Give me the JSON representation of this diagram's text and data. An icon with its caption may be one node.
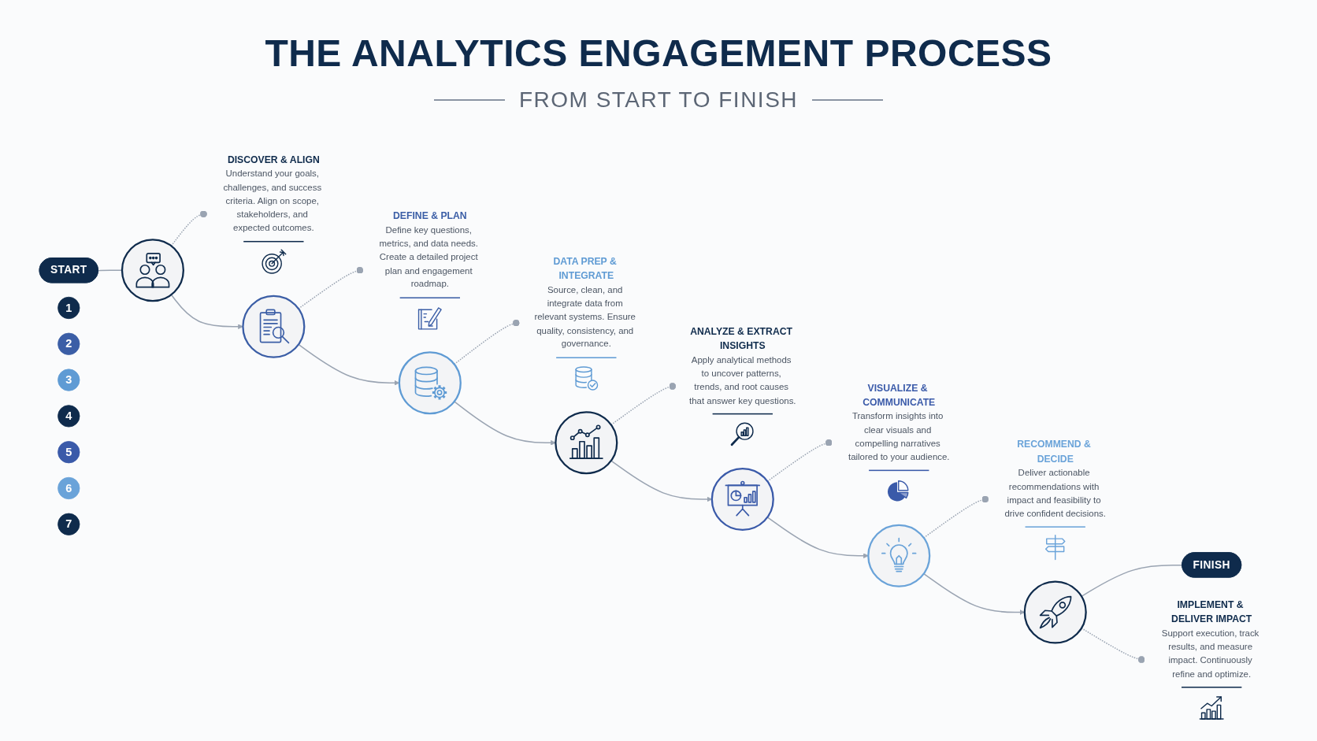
{
  "diagram": {
    "title": "THE ANALYTICS ENGAGEMENT PROCESS",
    "nodes": [
      {
        "text": [
          "START"
        ]
      },
      {
        "text": [
          "1"
        ]
      },
      {
        "text": [],
        "shape": "circle"
      },
      {
        "text": [
          "DISCOVER & ALIGN",
          "Understand your goals, challenges, and success criteria. Align on scope, stakeholders, and expected outcomes."
        ]
      },
      {
        "text": [
          "2"
        ]
      },
      {
        "text": [],
        "shape": "circle"
      },
      {
        "text": [
          "DEFINE & PLAN",
          "Define key questions, metrics, and data needs. Create a detailed project plan and engagement roadmap."
        ]
      },
      {
        "text": [
          "3"
        ]
      },
      {
        "text": [],
        "shape": "circle"
      },
      {
        "text": [
          "DATA PREP & INTEGRATE",
          "Source, clean, and integrate data from relevant systems. Ensure quality, consistency, and governance."
        ]
      },
      {
        "text": [
          "4"
        ]
      },
      {
        "text": [],
        "shape": "circle"
      },
      {
        "text": [
          "ANALYZE & EXTRACT INSIGHTS",
          "Apply analytical methods to uncover patterns, trends, and root causes that answer key questions."
        ]
      },
      {
        "text": [
          "5"
        ]
      },
      {
        "text": [],
        "shape": "circle"
      },
      {
        "text": [
          "VISUALIZE & COMMUNICATE",
          "Transform insights into clear visuals and compelling narratives tailored to your audience."
        ]
      },
      {
        "text": [
          "6"
        ]
      },
      {
        "text": [],
        "shape": "circle"
      },
      {
        "text": [
          "RECOMMEND & DECIDE",
          "Deliver actionable recommendations with impact and feasibility to drive confident decisions."
        ]
      },
      {
        "text": [
          "7"
        ]
      },
      {
        "text": [],
        "shape": "circle"
      },
      {
        "text": [
          "IMPLEMENT & DELIVER IMPACT",
          "Support execution, track results, and measure impact. Continuously refine and optimize."
        ]
      },
      {
        "text": [
          "FINISH"
        ]
      }
    ],
    "edges": [
      {
        "from": 0,
        "to": 2,
        "arrow": "none"
      },
      {
        "from": 2,
        "to": 5,
        "arrow": "to"
      },
      {
        "from": 5,
        "to": 8,
        "arrow": "to"
      },
      {
        "from": 8,
        "to": 11,
        "arrow": "to"
      },
      {
        "from": 11,
        "to": 14,
        "arrow": "to"
      },
      {
        "from": 14,
        "to": 17,
        "arrow": "to"
      },
      {
        "from": 17,
        "to": 20,
        "arrow": "to"
      },
      {
        "from": 20,
        "to": 22,
        "arrow": "none"
      },
      {
        "from": 2,
        "to": 3,
        "arrow": "other",
        "style": "dashed"
      },
      {
        "from": 5,
        "to": 6,
        "arrow": "other",
        "style": "dashed"
      },
      {
        "from": 8,
        "to": 9,
        "arrow": "other",
        "style": "dashed"
      },
      {
        "from": 11,
        "to": 12,
        "arrow": "other",
        "style": "dashed"
      },
      {
        "from": 14,
        "to": 15,
        "arrow": "other",
        "style": "dashed"
      },
      {
        "from": 17,
        "to": 18,
        "arrow": "other",
        "style": "dashed"
      },
      {
        "from": 20,
        "to": 21,
        "arrow": "other",
        "style": "dashed"
      }
    ],
    "labels": [
      "FROM START TO FINISH"
    ]
  }
}
